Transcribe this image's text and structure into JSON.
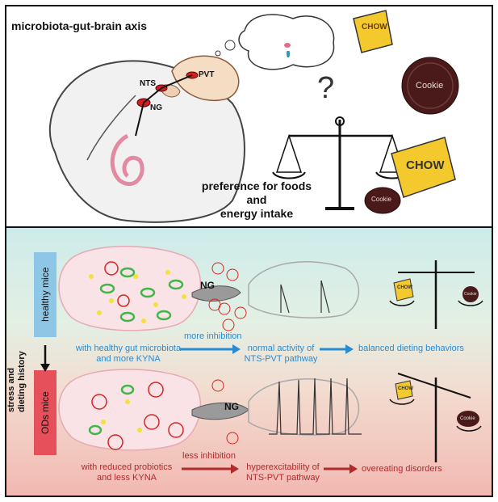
{
  "top": {
    "title": "microbiota-gut-brain axis",
    "nts": "NTS",
    "pvt": "PVT",
    "ng": "NG",
    "chow1": "CHOW",
    "cookie1": "Cookie",
    "chow2": "CHOW",
    "cookie2": "Cookie",
    "question": "?",
    "preference_line1": "preference for foods",
    "preference_line2": "and",
    "preference_line3": "energy intake"
  },
  "bottom": {
    "healthy_label": "healthy mice",
    "ods_label": "ODs mice",
    "stress_line1": "stress and",
    "stress_line2": "dieting history",
    "ng_top": "NG",
    "ng_bottom": "NG",
    "healthy_desc_line1": "with healthy gut microbiota",
    "healthy_desc_line2": "and more KYNA",
    "more_inhibition": "more inhibition",
    "normal_line1": "normal activity of",
    "normal_line2": "NTS-PVT pathway",
    "balanced": "balanced dieting behaviors",
    "reduced_line1": "with reduced probiotics",
    "reduced_line2": "and less KYNA",
    "less_inhibition": "less inhibition",
    "hyper_line1": "hyperexcitability of",
    "hyper_line2": "NTS-PVT pathway",
    "overeating": "overeating disorders",
    "chow_small1": "CHOW",
    "cookie_small1": "Cookie",
    "chow_small2": "CHOW",
    "cookie_small2": "Cookie"
  },
  "colors": {
    "blue": "#2a8bd1",
    "red": "#b22a2a",
    "healthy_box": "#8ec6e6",
    "ods_box": "#e5505a",
    "cookie": "#4a1a1a",
    "chow": "#f3c92d"
  }
}
